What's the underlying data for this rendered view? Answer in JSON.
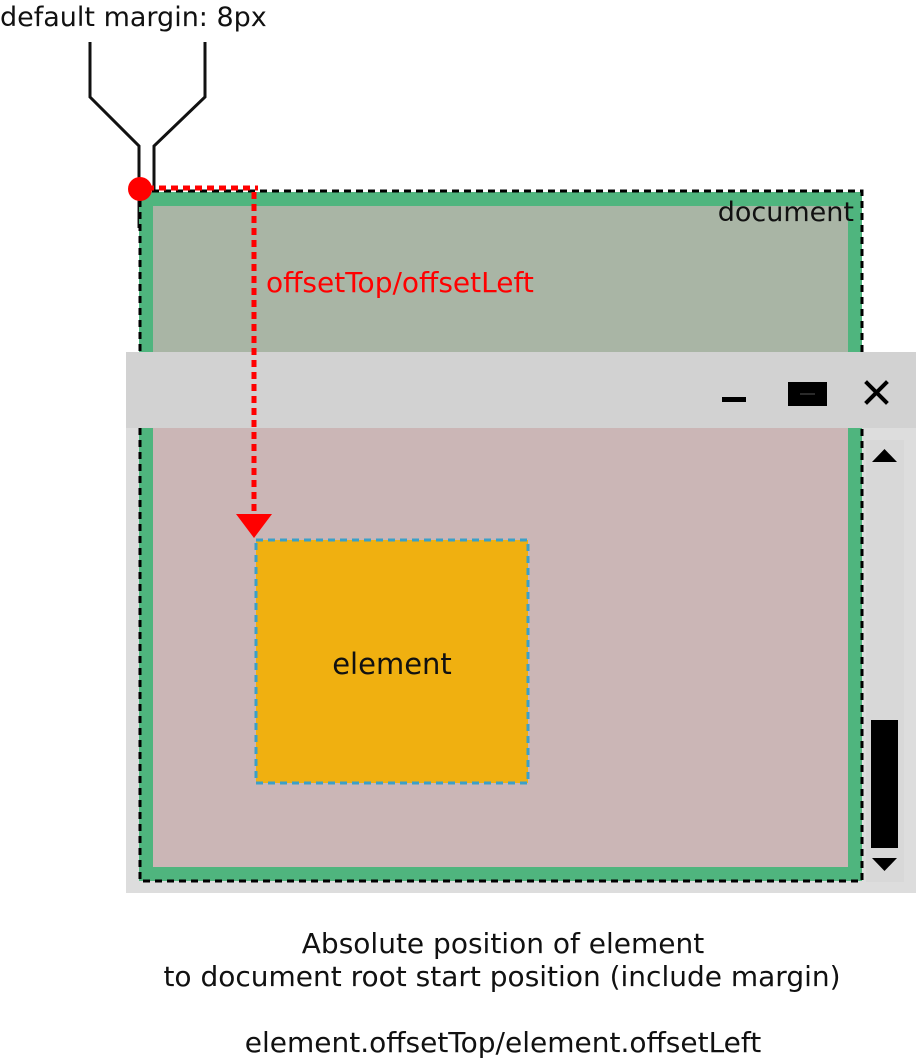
{
  "labels": {
    "margin_label": "default margin: 8px",
    "document_label": "document",
    "offset_label": "offsetTop/offsetLeft",
    "element_label": "element",
    "caption_line1": "Absolute position of element",
    "caption_line2": "to document root start position (include margin)",
    "caption_line3": "element.offsetTop/element.offsetLeft"
  },
  "window_controls": {
    "minimize_icon": "minimize-icon",
    "maximize_icon": "maximize-icon",
    "close_icon": "close-icon"
  },
  "colors": {
    "document_border": "#4fb57e",
    "document_fill": "#a9b5a5",
    "viewport_fill": "#cbb6b6",
    "titlebar": "#d2d2d2",
    "window_bg": "#dddddd",
    "element_fill": "#f0b010",
    "element_border": "#3aa0c8",
    "offset_arrow": "#ff0000"
  }
}
